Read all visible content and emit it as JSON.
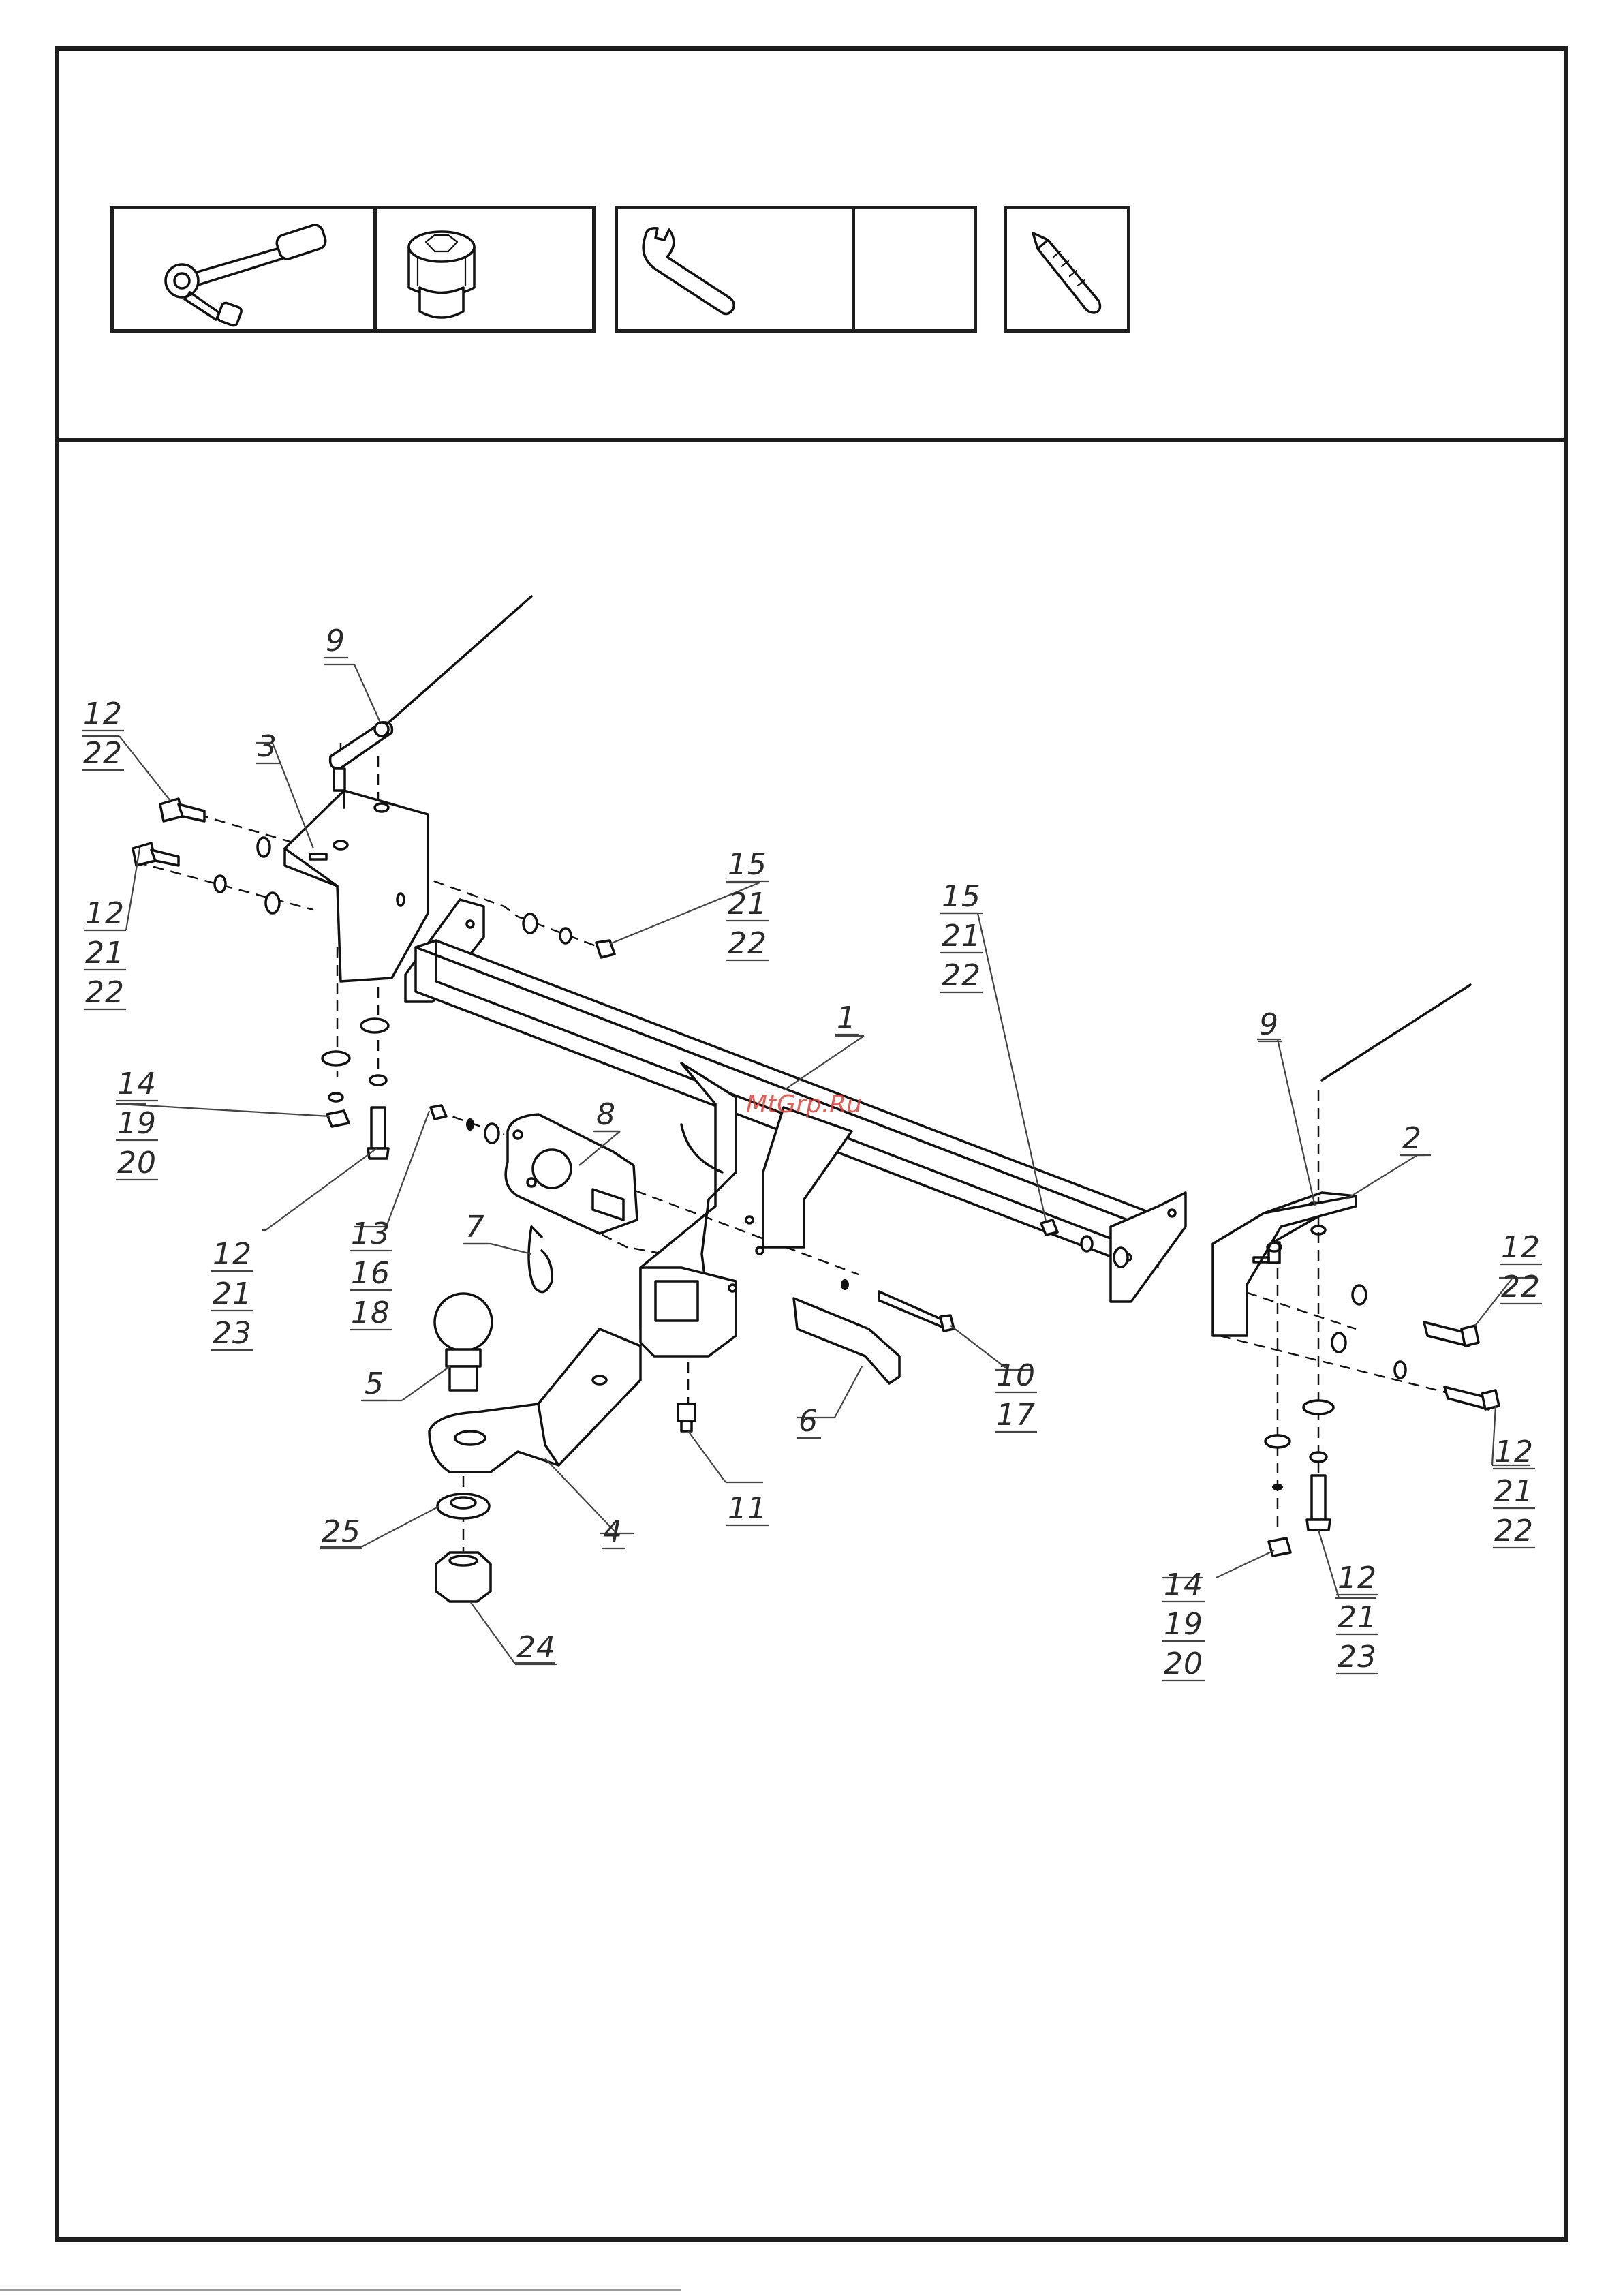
{
  "tools": [
    {
      "icon": "ratchet-wrench-icon"
    },
    {
      "icon": "socket-icon"
    },
    {
      "icon": "open-end-wrench-icon"
    },
    {
      "icon": "empty-cell"
    },
    {
      "icon": "utility-knife-icon"
    }
  ],
  "watermark": "MtGrp.Ru",
  "callouts": [
    {
      "id": "c9a",
      "lines": [
        "9"
      ]
    },
    {
      "id": "c3",
      "lines": [
        "3"
      ]
    },
    {
      "id": "c12a",
      "lines": [
        "12",
        "22"
      ]
    },
    {
      "id": "c12b",
      "lines": [
        "12",
        "21",
        "22"
      ]
    },
    {
      "id": "c15a",
      "lines": [
        "15",
        "21",
        "22"
      ]
    },
    {
      "id": "c14a",
      "lines": [
        "14",
        "19",
        "20"
      ]
    },
    {
      "id": "c12c",
      "lines": [
        "12",
        "21",
        "23"
      ]
    },
    {
      "id": "c13",
      "lines": [
        "13",
        "16",
        "18"
      ]
    },
    {
      "id": "c8",
      "lines": [
        "8"
      ]
    },
    {
      "id": "c7",
      "lines": [
        "7"
      ]
    },
    {
      "id": "c1",
      "lines": [
        "1"
      ]
    },
    {
      "id": "c5",
      "lines": [
        "5"
      ]
    },
    {
      "id": "c6",
      "lines": [
        "6"
      ]
    },
    {
      "id": "c10",
      "lines": [
        "10",
        "17"
      ]
    },
    {
      "id": "c11",
      "lines": [
        "11"
      ]
    },
    {
      "id": "c4",
      "lines": [
        "4"
      ]
    },
    {
      "id": "c25",
      "lines": [
        "25"
      ]
    },
    {
      "id": "c24",
      "lines": [
        "24"
      ]
    },
    {
      "id": "c15b",
      "lines": [
        "15",
        "21",
        "22"
      ]
    },
    {
      "id": "c9b",
      "lines": [
        "9"
      ]
    },
    {
      "id": "c2",
      "lines": [
        "2"
      ]
    },
    {
      "id": "c12d",
      "lines": [
        "12",
        "22"
      ]
    },
    {
      "id": "c12e",
      "lines": [
        "12",
        "21",
        "22"
      ]
    },
    {
      "id": "c14b",
      "lines": [
        "14",
        "19",
        "20"
      ]
    },
    {
      "id": "c12f",
      "lines": [
        "12",
        "21",
        "23"
      ]
    }
  ]
}
